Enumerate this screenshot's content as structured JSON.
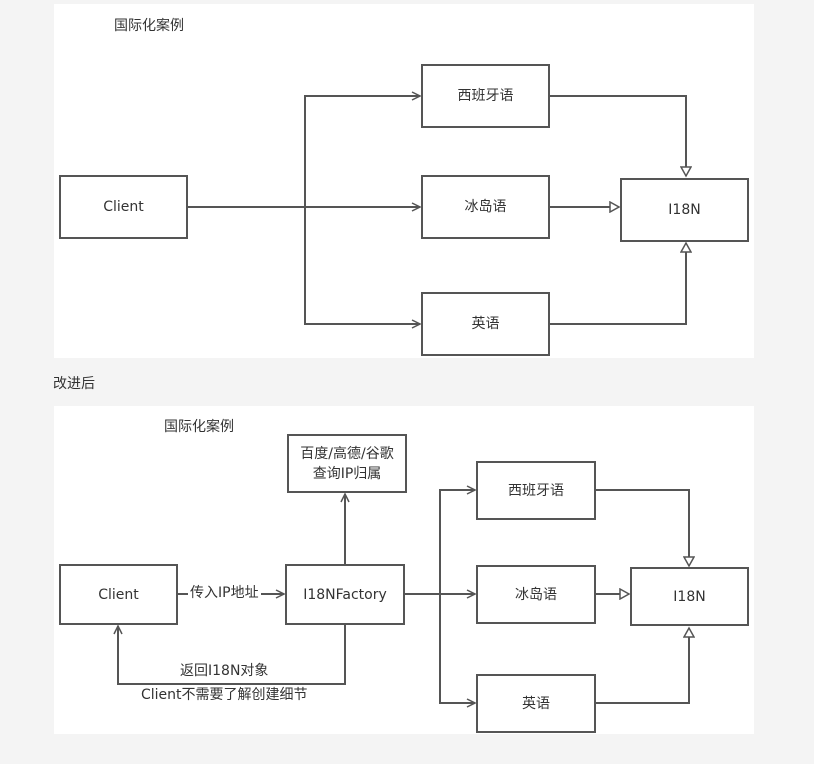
{
  "diagram1": {
    "title": "国际化案例",
    "nodes": {
      "client": "Client",
      "spanish": "西班牙语",
      "icelandic": "冰岛语",
      "english": "英语",
      "i18n": "I18N"
    }
  },
  "section_label": "改进后",
  "diagram2": {
    "title": "国际化案例",
    "nodes": {
      "client": "Client",
      "factory": "I18NFactory",
      "lookup_line1": "百度/高德/谷歌",
      "lookup_line2": "查询IP归属",
      "spanish": "西班牙语",
      "icelandic": "冰岛语",
      "english": "英语",
      "i18n": "I18N"
    },
    "edge_labels": {
      "pass_ip": "传入IP地址",
      "return_line1": "返回I18N对象",
      "return_line2": "Client不需要了解创建细节"
    }
  }
}
